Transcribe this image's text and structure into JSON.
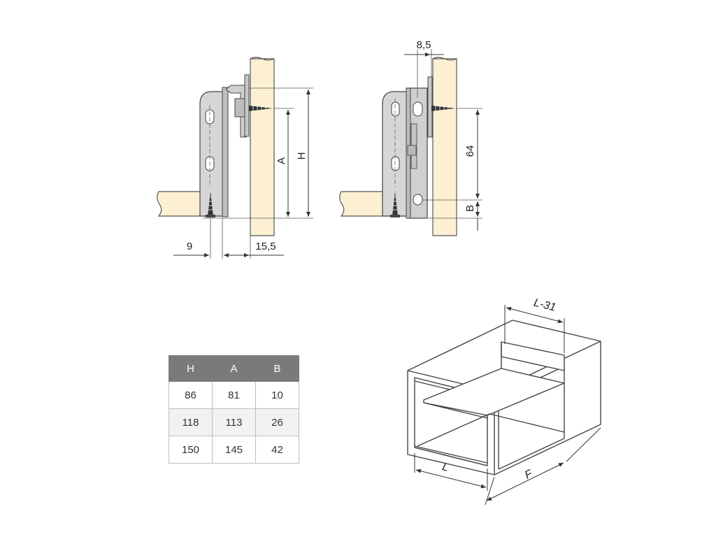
{
  "dimensions": {
    "left_offset": "9",
    "left_wall": "15,5",
    "label_A": "A",
    "label_H": "H",
    "top_offset": "8,5",
    "hole_spacing": "64",
    "label_B": "B",
    "drawer_top": "L-31",
    "drawer_length": "L",
    "drawer_depth": "F"
  },
  "table": {
    "headers": [
      "H",
      "A",
      "B"
    ],
    "rows": [
      [
        "86",
        "81",
        "10"
      ],
      [
        "118",
        "113",
        "26"
      ],
      [
        "150",
        "145",
        "42"
      ]
    ]
  },
  "colors": {
    "wood": "#fdf0d2",
    "metal": "#d6d6d6",
    "header": "#7a7a7a",
    "line": "#333333"
  }
}
